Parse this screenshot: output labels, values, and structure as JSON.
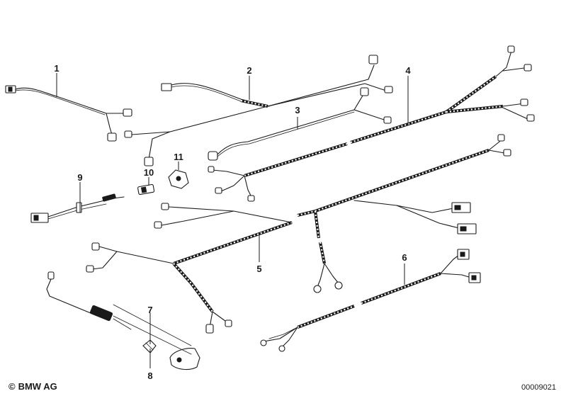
{
  "diagram": {
    "callouts": {
      "c1": "1",
      "c2": "2",
      "c3": "3",
      "c4": "4",
      "c5": "5",
      "c6": "6",
      "c7": "7",
      "c8": "8",
      "c9": "9",
      "c10": "10",
      "c11": "11"
    }
  },
  "footer": {
    "copyright_symbol": "©",
    "brand": "BMW AG",
    "drawing_number": "00009021"
  }
}
